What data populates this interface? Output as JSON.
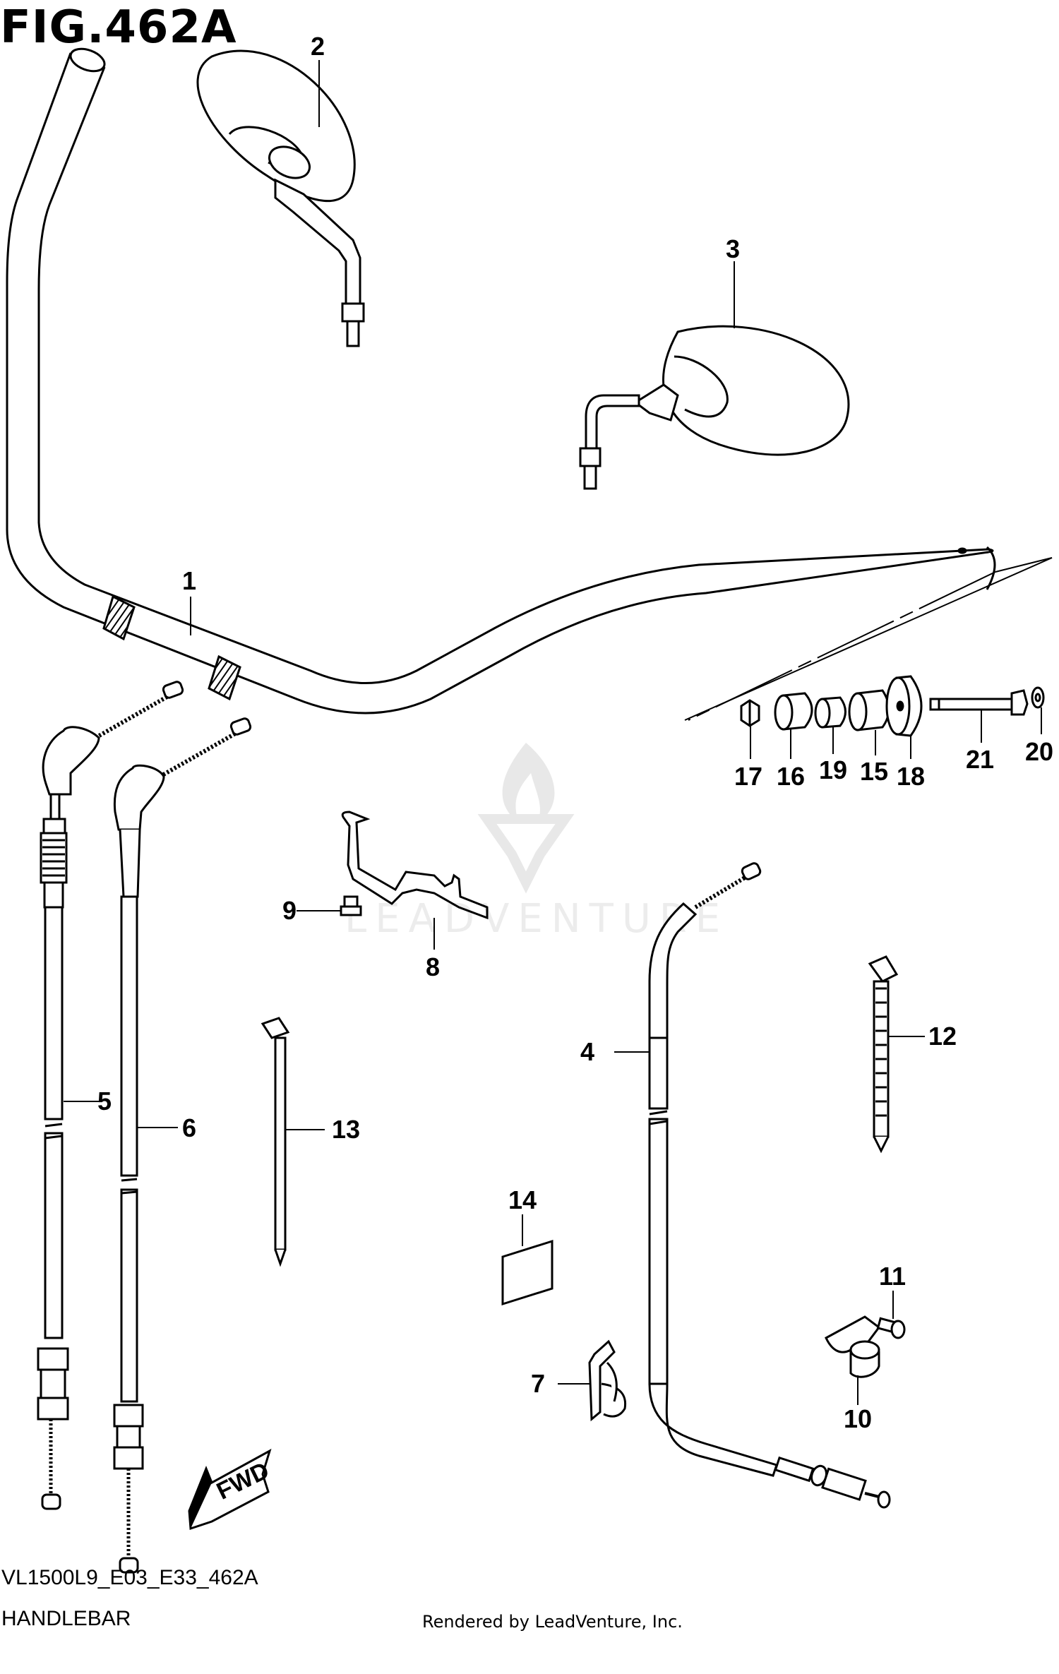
{
  "figure": {
    "title": "FIG.462A",
    "code": "VL1500L9_E03_E33_462A",
    "name": "HANDLEBAR",
    "credit": "Rendered by LeadVenture, Inc.",
    "watermark": "LEADVENTURE",
    "direction_label": "FWD"
  },
  "callouts": [
    "1",
    "2",
    "3",
    "4",
    "5",
    "6",
    "7",
    "8",
    "9",
    "10",
    "11",
    "12",
    "13",
    "14",
    "15",
    "16",
    "17",
    "18",
    "19",
    "20",
    "21"
  ],
  "colors": {
    "line": "#000000",
    "watermark": "#e6e6e6"
  }
}
